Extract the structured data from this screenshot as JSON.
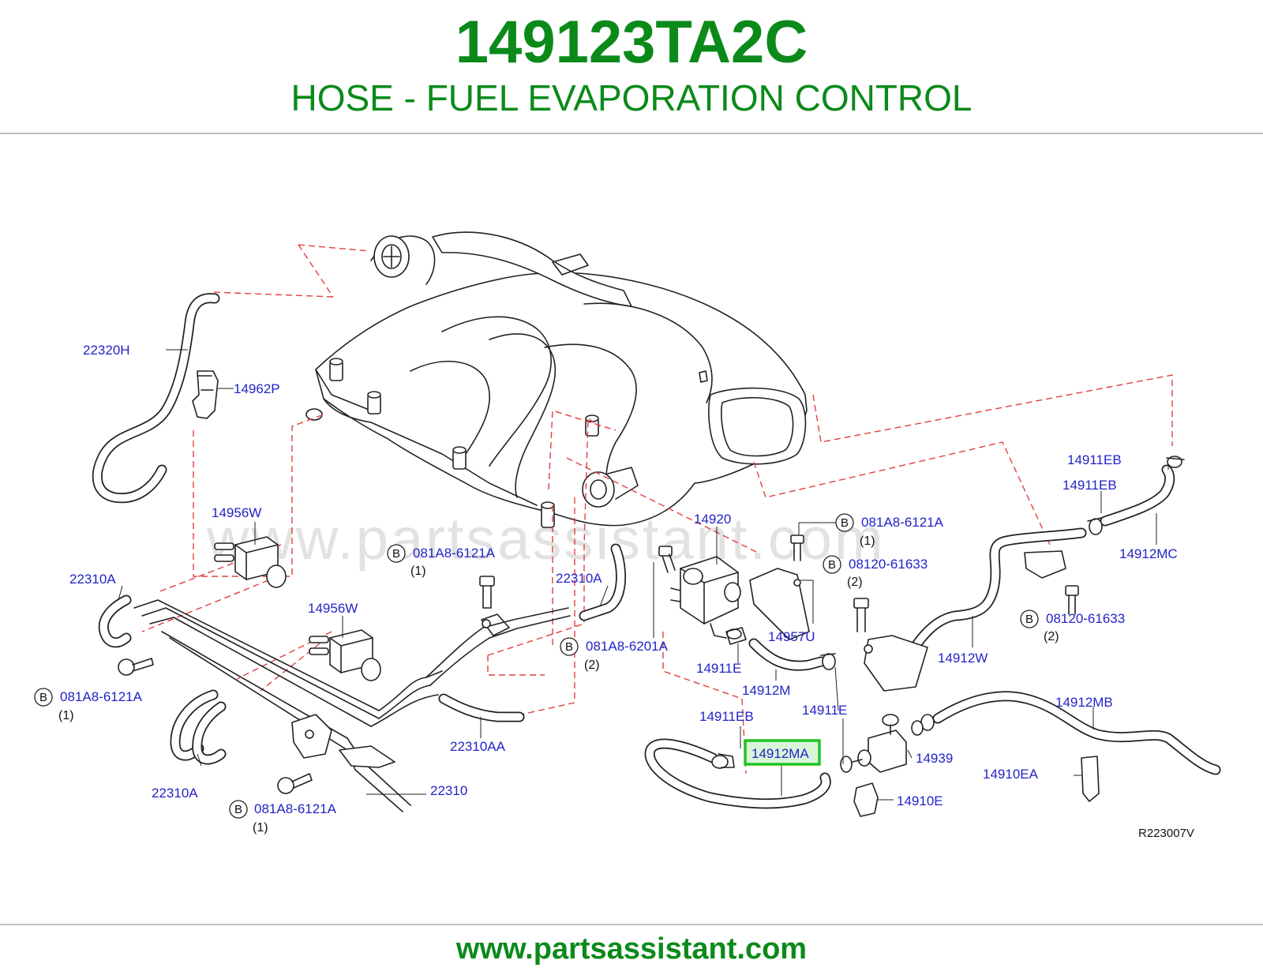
{
  "header": {
    "part_number": "149123TA2C",
    "part_name": "HOSE - FUEL EVAPORATION CONTROL"
  },
  "diagram": {
    "watermark": "www.partsassistant.com",
    "reference_code": "R223007V",
    "highlighted_part": "14912MA",
    "labels": {
      "l22320H": "22320H",
      "l14962P": "14962P",
      "l14956W_a": "14956W",
      "l22310A_a": "22310A",
      "l14956W_b": "14956W",
      "l081A8_6121A_left": "081A8-6121A",
      "l22310A_b": "22310A",
      "l081A8_6121A_bottom": "081A8-6121A",
      "l22310": "22310",
      "l22310AA": "22310AA",
      "l081A8_6121A_mid": "081A8-6121A",
      "l22310A_c": "22310A",
      "l081A8_6201A": "081A8-6201A",
      "l14920": "14920",
      "l081A8_6121A_right": "081A8-6121A",
      "l08120_61633_a": "08120-61633",
      "l14957U": "14957U",
      "l14911E_a": "14911E",
      "l14912M": "14912M",
      "l14911E_b": "14911E",
      "l14911EB_a": "14911EB",
      "l14912MA": "14912MA",
      "l14939": "14939",
      "l14910E": "14910E",
      "l14912W": "14912W",
      "l14911EB_b": "14911EB",
      "l14911EB_c": "14911EB",
      "l14912MC": "14912MC",
      "l08120_61633_b": "08120-61633",
      "l14912MB": "14912MB",
      "l14910EA": "14910EA"
    },
    "bolt_letter": "B",
    "quantities": {
      "q_left": "(1)",
      "q_bottom": "(1)",
      "q_mid": "(1)",
      "q_6201A": "(2)",
      "q_right": "(1)",
      "q_08120_a": "(2)",
      "q_08120_b": "(2)"
    }
  },
  "footer": {
    "website": "www.partsassistant.com"
  },
  "colors": {
    "brand_green": "#0b8a1a",
    "label_blue": "#2323c8",
    "highlight_green": "#22c422",
    "highlight_fill": "#d8f5d8",
    "leader_red": "#e04040"
  }
}
